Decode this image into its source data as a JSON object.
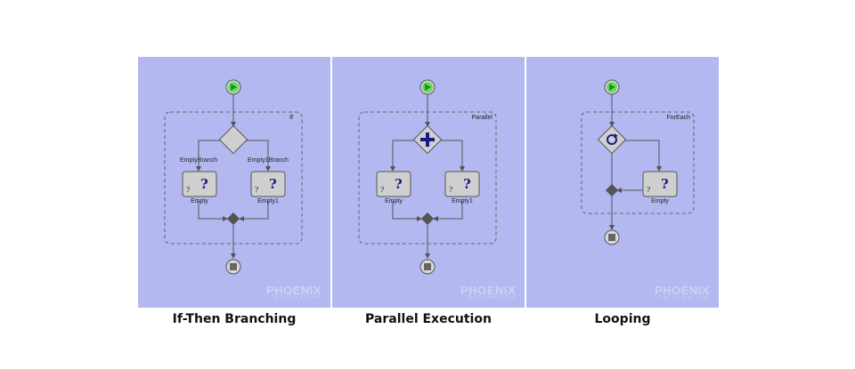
{
  "panels": [
    {
      "caption": "If-Then Branching",
      "container_label": "If",
      "left_branch_label": "EmptyBranch",
      "right_branch_label": "Empty1Branch",
      "activity_left": "Empty",
      "activity_right": "Empty1",
      "watermark": "PHOENIX"
    },
    {
      "caption": "Parallel Execution",
      "container_label": "Parallel",
      "activity_left": "Empty",
      "activity_right": "Empty1",
      "watermark": "PHOENIX"
    },
    {
      "caption": "Looping",
      "container_label": "ForEach",
      "activity": "Empty",
      "watermark": "PHOENIX"
    }
  ],
  "activity_glyph": "?",
  "colors": {
    "panel_bg": "#b3b8f0",
    "start_green": "#5ee05e",
    "line": "#555555",
    "node_gray": "#c8c8c8"
  }
}
